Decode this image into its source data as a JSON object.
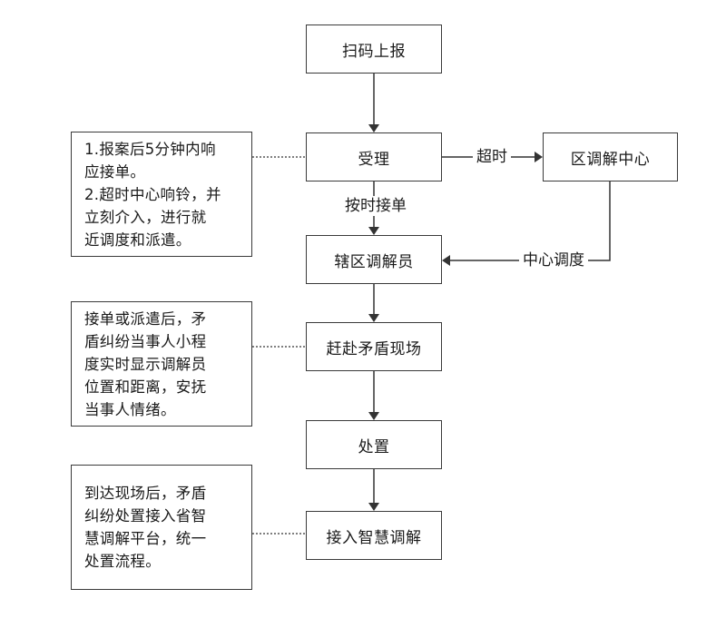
{
  "nodes": {
    "scan_report": "扫码上报",
    "accept": "受理",
    "district_center": "区调解中心",
    "mediator": "辖区调解员",
    "go_to_scene": "赶赴矛盾现场",
    "handle": "处置",
    "smart_mediation": "接入智慧调解"
  },
  "edge_labels": {
    "timeout": "超时",
    "on_time": "按时接单",
    "center_dispatch": "中心调度"
  },
  "notes": [
    {
      "lines": [
        "1.报案后5分钟内响",
        "应接单。",
        "2.超时中心响铃，并",
        "立刻介入，进行就",
        "近调度和派遣。"
      ]
    },
    {
      "lines": [
        "接单或派遣后，矛",
        "盾纠纷当事人小程",
        "度实时显示调解员",
        "位置和距离，安抚",
        "当事人情绪。"
      ]
    },
    {
      "lines": [
        "到达现场后，矛盾",
        "纠纷处置接入省智",
        "慧调解平台，统一",
        "处置流程。"
      ]
    }
  ]
}
